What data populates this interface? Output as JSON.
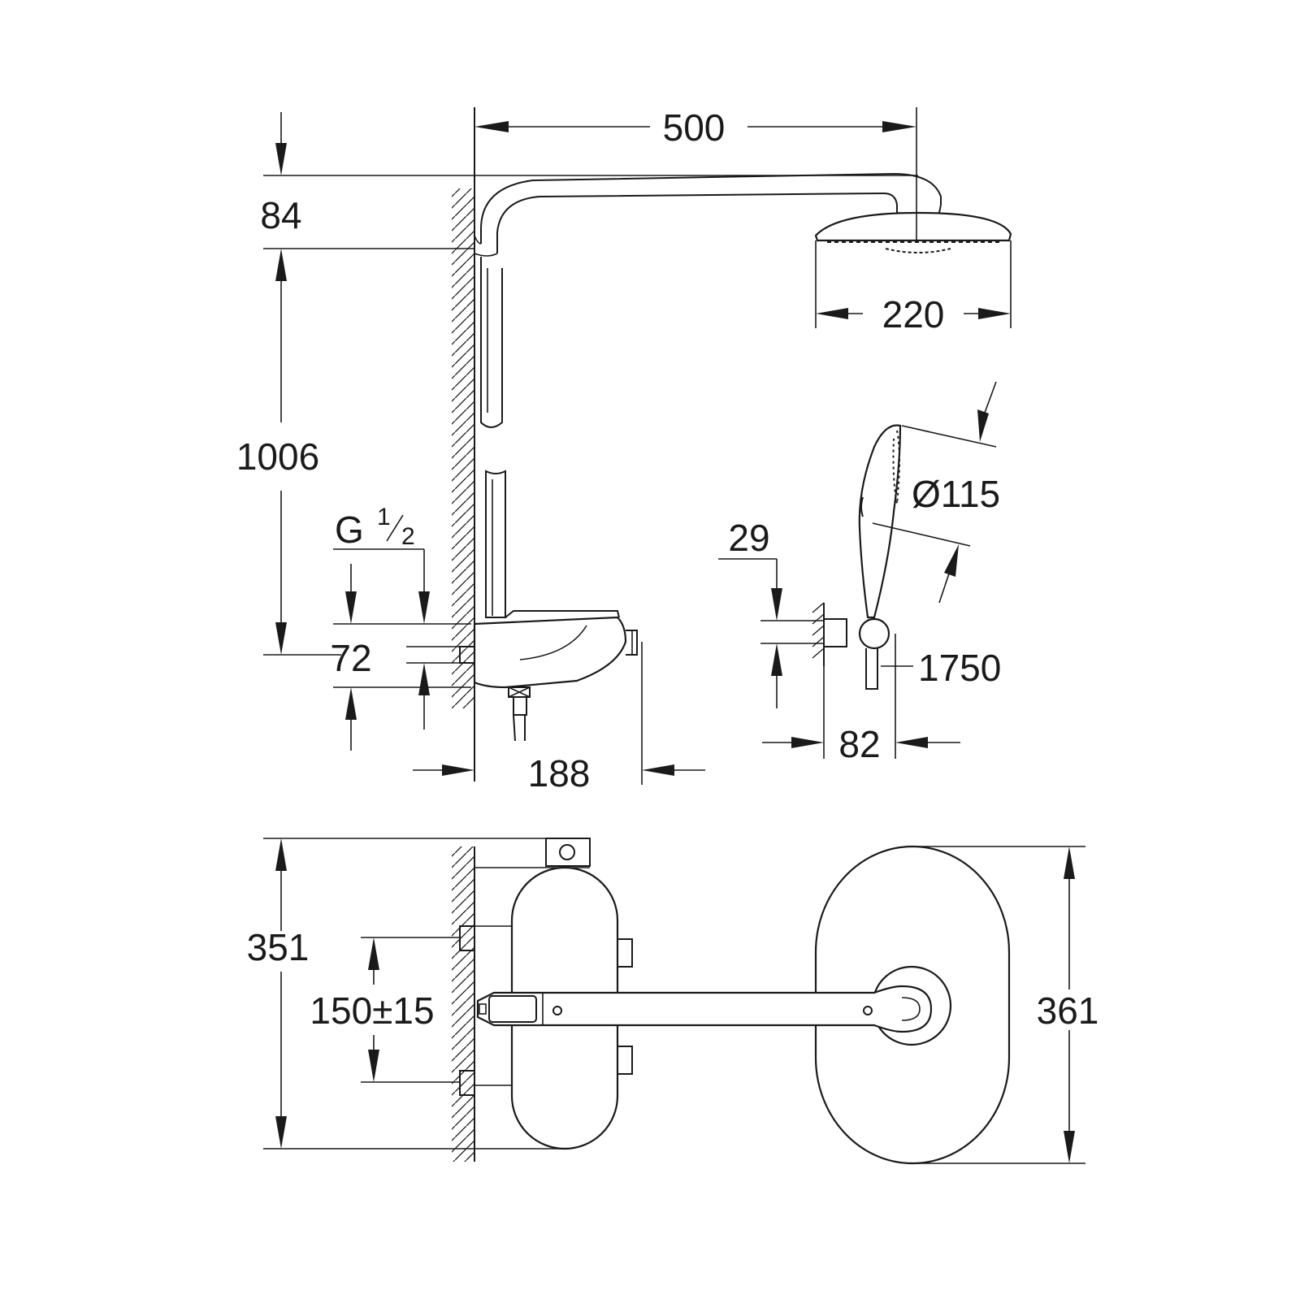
{
  "dimensions": {
    "arm_length": "500",
    "head_top_offset": "84",
    "rail_height": "1006",
    "thread": "G",
    "thread_num": "1",
    "thread_den": "2",
    "inlet_offset": "72",
    "mixer_depth": "188",
    "head_diameter": "220",
    "hand_diameter": "Ø115",
    "holder_offset": "29",
    "hose_length": "1750",
    "holder_depth": "82",
    "mixer_height": "351",
    "inlet_spacing": "150±15",
    "head_plan_height": "361"
  },
  "colors": {
    "line": "#1a1a1a",
    "background": "#ffffff"
  }
}
